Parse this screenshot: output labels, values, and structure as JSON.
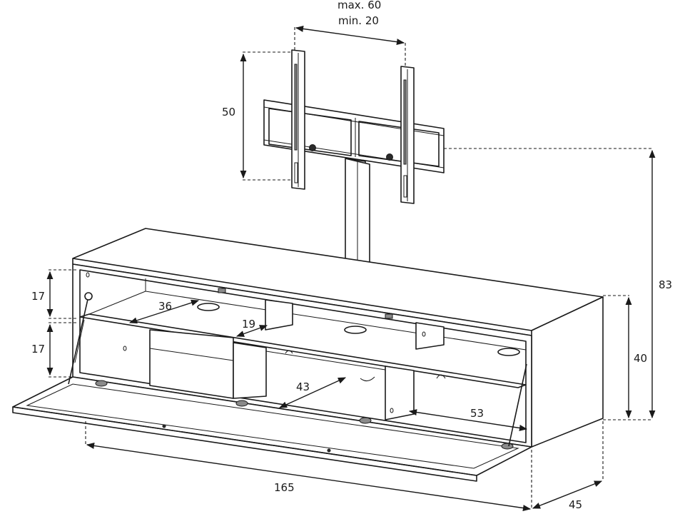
{
  "labels": {
    "bracket_spacing_max": "max. 60",
    "bracket_spacing_min": "min. 20",
    "bracket_height": "50",
    "total_height": "83",
    "cabinet_height": "40",
    "upper_compartment": "17",
    "lower_compartment": "17",
    "shelf_depth_left": "36",
    "pillar_gap": "19",
    "shelf_depth_center": "43",
    "shelf_depth_right": "53",
    "width": "165",
    "depth": "45"
  },
  "colors": {
    "line": "#1a1a1a",
    "background": "#ffffff"
  }
}
